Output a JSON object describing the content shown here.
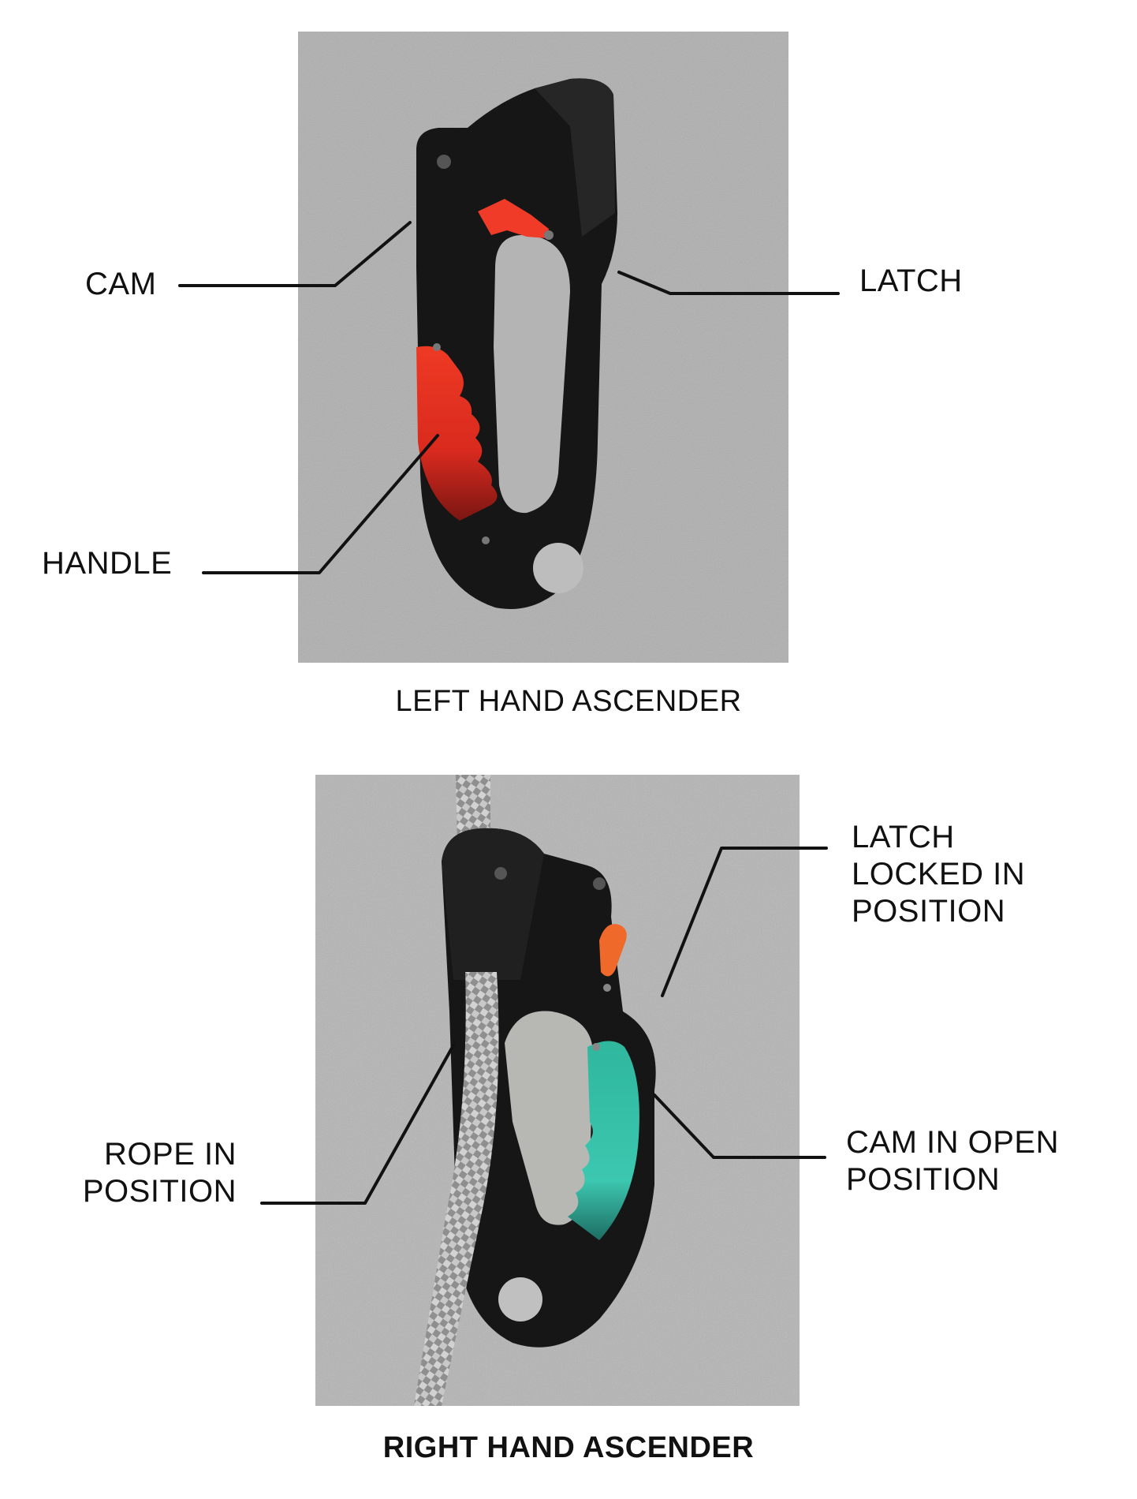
{
  "figure_1": {
    "caption": "LEFT HAND ASCENDER",
    "labels": {
      "cam": "CAM",
      "latch": "LATCH",
      "handle": "HANDLE"
    }
  },
  "figure_2": {
    "caption": "RIGHT HAND ASCENDER",
    "labels": {
      "latch_locked": "LATCH\nLOCKED IN\nPOSITION",
      "cam_open": "CAM IN OPEN\nPOSITION",
      "rope": "ROPE IN\nPOSITION"
    }
  },
  "colors": {
    "backdrop_gray": "#b9b9b9",
    "body_black": "#141414",
    "left_handle_red": "#e0321f",
    "latch_orange": "#ef6a2a",
    "right_handle_teal": "#33bfa8",
    "rope_gray": "#9a9a9a"
  }
}
